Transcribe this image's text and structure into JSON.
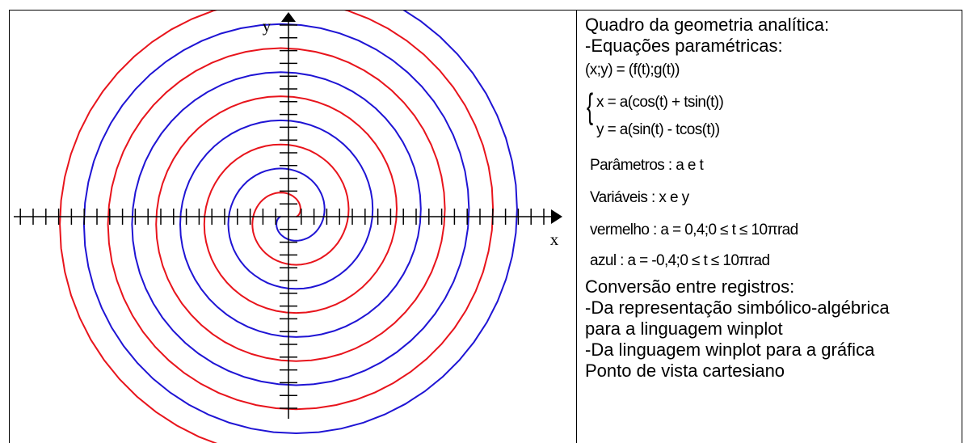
{
  "diagram": {
    "axis_labels": {
      "x": "x",
      "y": "y"
    },
    "curves": [
      {
        "name": "vermelho",
        "color": "#e8141c",
        "a": 0.4,
        "t_max_turns": 5
      },
      {
        "name": "azul",
        "color": "#1f14d4",
        "a": -0.4,
        "t_max_turns": 5
      }
    ],
    "axis_color": "#000000"
  },
  "panel": {
    "title": "Quadro da geometria analítica:",
    "eq_heading": "-Equações paramétricas:",
    "eq_general": "(x;y) = (f(t);g(t))",
    "eq_x": "x = a(cos(t) + tsin(t))",
    "eq_y": "y = a(sin(t) - tcos(t))",
    "parametros": "Parâmetros : a e t",
    "variaveis": "Variáveis : x e y",
    "vermelho": "vermelho : a = 0,4;0 ≤ t ≤ 10πrad",
    "azul": "azul : a = -0,4;0 ≤ t ≤ 10πrad",
    "conversao": "Conversão entre registros:",
    "da_rep_1": "-Da representação simbólico-algébrica",
    "da_rep_2": "para a linguagem winplot",
    "da_ling": "-Da linguagem winplot para a gráfica",
    "ponto": "Ponto de vista cartesiano"
  }
}
